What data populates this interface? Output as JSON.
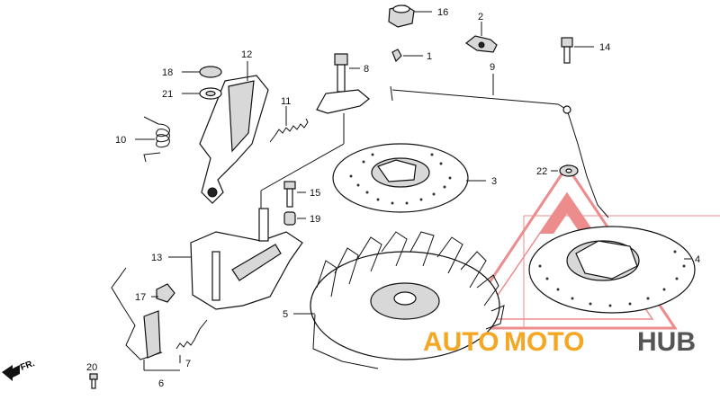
{
  "diagram": {
    "callouts": [
      {
        "id": "c1",
        "label": "1"
      },
      {
        "id": "c2",
        "label": "2"
      },
      {
        "id": "c3",
        "label": "3"
      },
      {
        "id": "c4",
        "label": "4"
      },
      {
        "id": "c5",
        "label": "5"
      },
      {
        "id": "c6",
        "label": "6"
      },
      {
        "id": "c7",
        "label": "7"
      },
      {
        "id": "c8",
        "label": "8"
      },
      {
        "id": "c9",
        "label": "9"
      },
      {
        "id": "c10",
        "label": "10"
      },
      {
        "id": "c11",
        "label": "11"
      },
      {
        "id": "c12",
        "label": "12"
      },
      {
        "id": "c13",
        "label": "13"
      },
      {
        "id": "c14",
        "label": "14"
      },
      {
        "id": "c15",
        "label": "15"
      },
      {
        "id": "c16",
        "label": "16"
      },
      {
        "id": "c17",
        "label": "17"
      },
      {
        "id": "c18",
        "label": "18"
      },
      {
        "id": "c19",
        "label": "19"
      },
      {
        "id": "c20",
        "label": "20"
      },
      {
        "id": "c21",
        "label": "21"
      },
      {
        "id": "c22",
        "label": "22"
      }
    ],
    "direction_label": "FR."
  },
  "watermark": {
    "text_left": "AUTO",
    "text_mid": "MOTO",
    "text_right": "HUB",
    "color_orange": "#f5a623",
    "color_red": "#e03030",
    "color_gray": "#555555"
  }
}
